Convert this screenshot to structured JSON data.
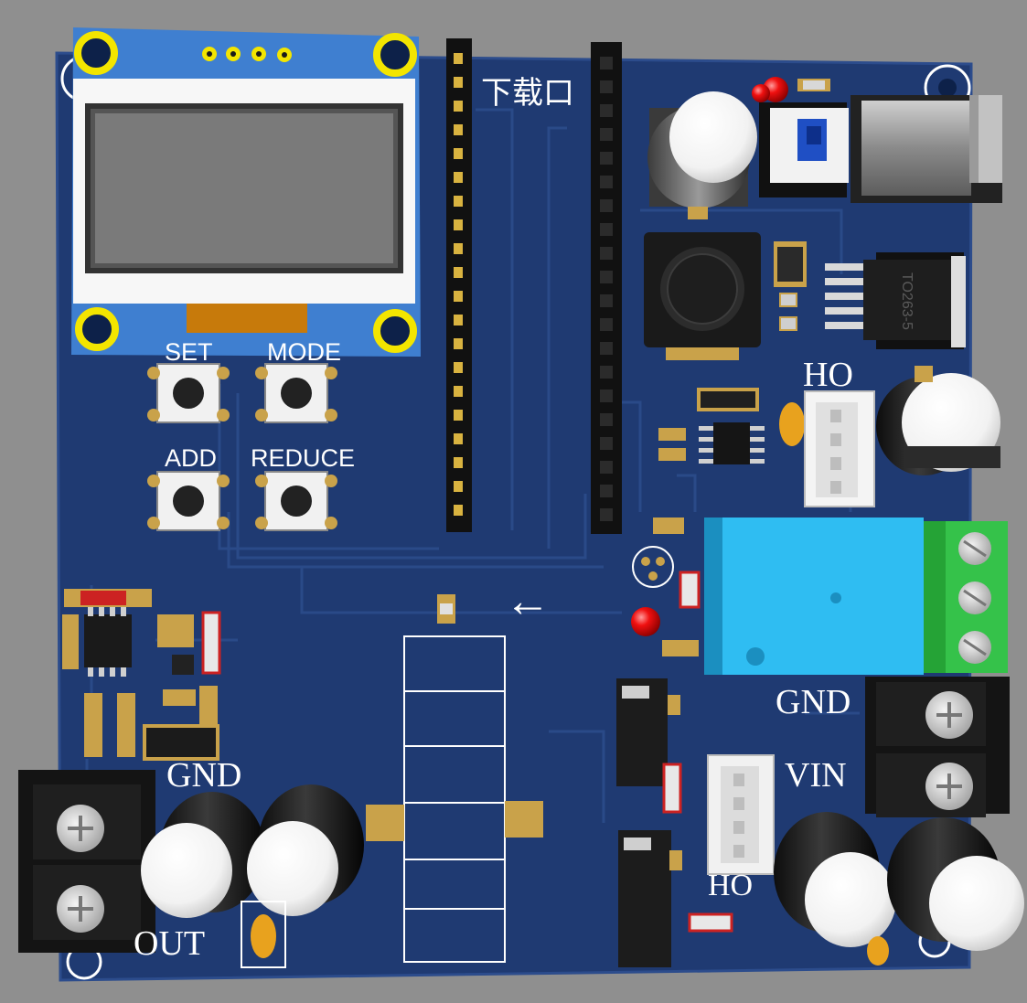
{
  "board": {
    "colors": {
      "background": "#8f8f8f",
      "pcb": "#1f3a72",
      "silkscreen": "#ffffff",
      "pad_gold": "#c9a24a",
      "oled_frame": "#3f7fd0",
      "relay": "#2fbdf2",
      "terminal_green": "#35c24a"
    },
    "labels": {
      "download_port": "下载口",
      "set": "SET",
      "mode": "MODE",
      "add": "ADD",
      "reduce": "REDUCE",
      "ho_top": "HO",
      "gnd_right": "GND",
      "vin": "VIN",
      "ho_bottom": "HO",
      "gnd_left": "GND",
      "out": "OUT",
      "regulator": "TO263-5",
      "arrow": "←"
    }
  }
}
